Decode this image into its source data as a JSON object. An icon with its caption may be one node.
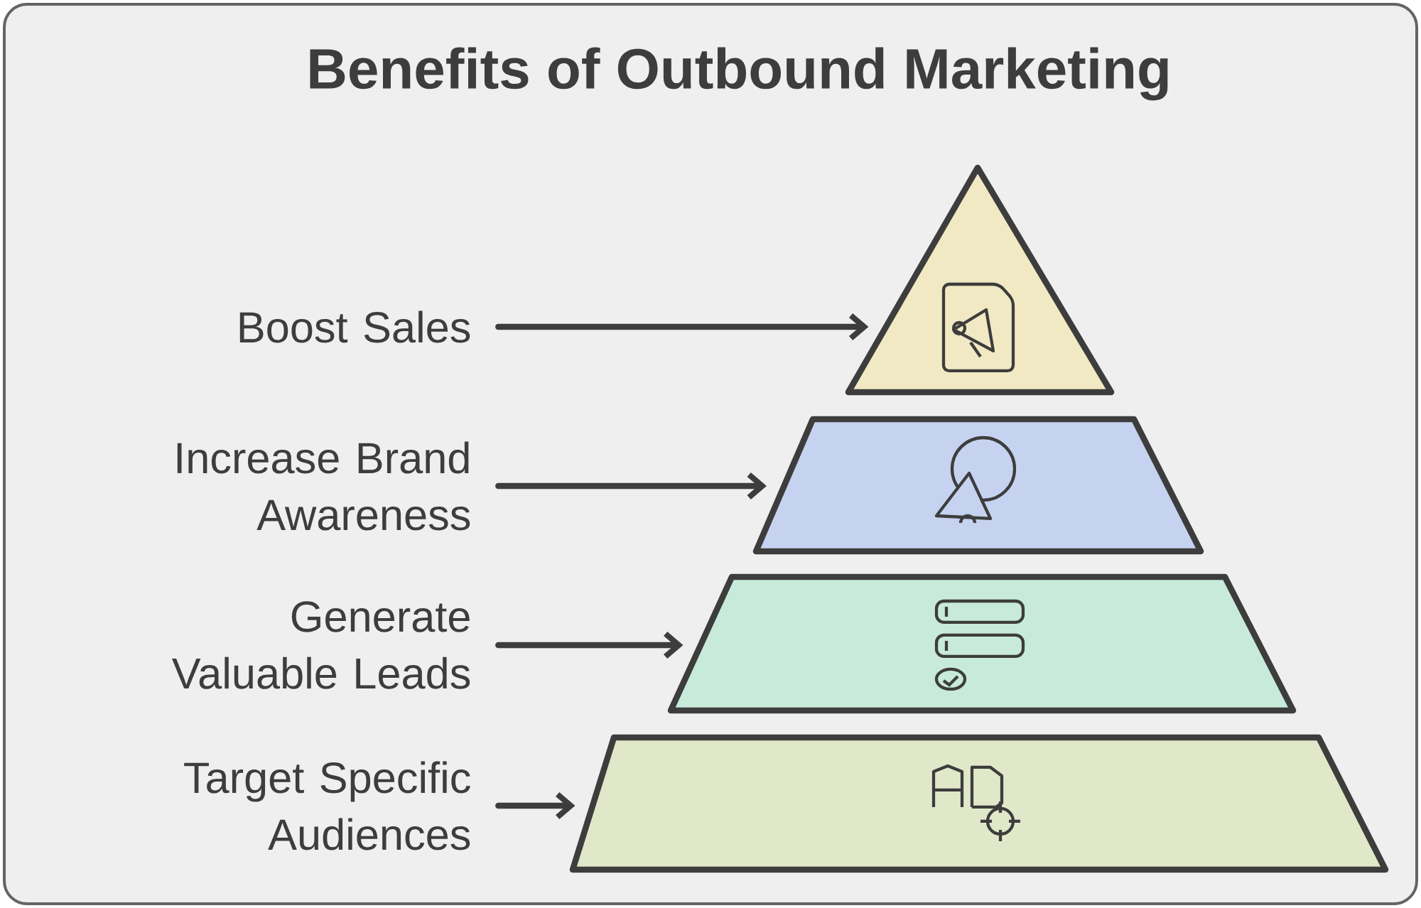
{
  "diagram": {
    "title": "Benefits of Outbound Marketing",
    "nodes": [
      {
        "text": [
          "Boost Sales"
        ]
      },
      {
        "text": [
          "Increase Brand Awareness"
        ]
      },
      {
        "text": [
          "Generate Valuable Leads"
        ]
      },
      {
        "text": [
          "Target Specific Audiences"
        ]
      },
      {
        "text": [],
        "shape": "triangle"
      },
      {
        "text": [],
        "shape": "trapezoid"
      },
      {
        "text": [],
        "shape": "trapezoid"
      },
      {
        "text": [],
        "shape": "trapezoid"
      }
    ],
    "edges": [
      {
        "from": 0,
        "to": 4,
        "arrow": "to"
      },
      {
        "from": 1,
        "to": 5,
        "arrow": "to"
      },
      {
        "from": 2,
        "to": 6,
        "arrow": "to"
      },
      {
        "from": 3,
        "to": 7,
        "arrow": "to"
      }
    ]
  }
}
